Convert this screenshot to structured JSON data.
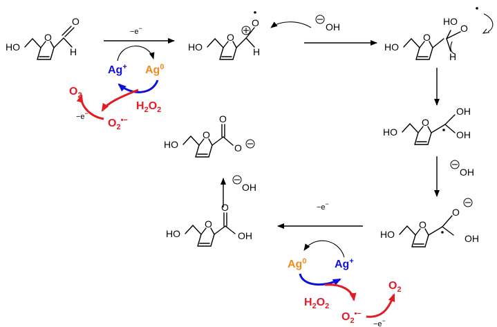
{
  "labels": {
    "ho": "HO",
    "oh": "OH",
    "o": "O",
    "h": "H",
    "ag_plus": "Ag",
    "ag_zero": "Ag",
    "sup_plus": "+",
    "sup_zero": "0",
    "o2": "O",
    "sub_2": "2",
    "h2o2_h": "H",
    "h2o2_o": "O",
    "superoxide_charge": "•−",
    "minus_e": "−e",
    "minus_e_sup": "−",
    "hydroxide": "OH",
    "minus_sign": "−"
  },
  "colors": {
    "silver_ion": "#1010dd",
    "silver_metal": "#f08c1e",
    "oxygen_species": "#e31b23",
    "bond": "#000000"
  }
}
